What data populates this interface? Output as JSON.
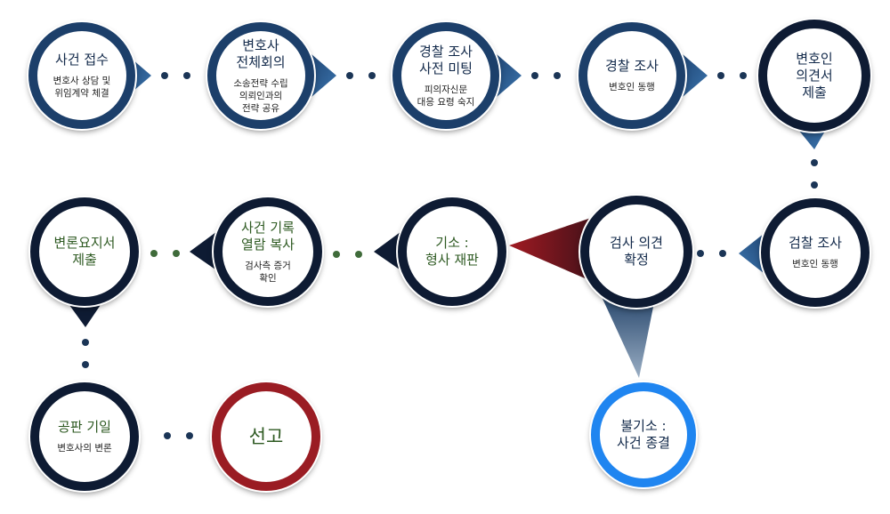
{
  "nodes": {
    "case_intake": {
      "title": [
        "사건 접수"
      ],
      "sub": [
        "변호사 상담 및",
        "위임계약 체결"
      ]
    },
    "lawyers_meeting": {
      "title": [
        "변호사",
        "전체회의"
      ],
      "sub": [
        "소송전략 수립",
        "의뢰인과의",
        "전략 공유"
      ]
    },
    "pre_police_meeting": {
      "title": [
        "경찰 조사",
        "사전 미팅"
      ],
      "sub": [
        "피의자신문",
        "대응 요령 숙지"
      ]
    },
    "police_investigation": {
      "title": [
        "경찰 조사"
      ],
      "sub": [
        "변호인 동행"
      ]
    },
    "defense_opinion": {
      "title": [
        "변호인",
        "의견서",
        "제출"
      ],
      "sub": []
    },
    "prosecution_investigation": {
      "title": [
        "검찰 조사"
      ],
      "sub": [
        "변호인 동행"
      ]
    },
    "prosecutor_decision": {
      "title": [
        "검사 의견",
        "확정"
      ],
      "sub": []
    },
    "indictment_trial": {
      "title": [
        "기소 :",
        "형사 재판"
      ],
      "sub": []
    },
    "records_review": {
      "title": [
        "사건 기록",
        "열람 복사"
      ],
      "sub": [
        "검사측 증거",
        "확인"
      ]
    },
    "argument_brief": {
      "title": [
        "변론요지서",
        "제출"
      ],
      "sub": []
    },
    "court_hearing": {
      "title": [
        "공판 기일"
      ],
      "sub": [
        "변호사의 변론"
      ]
    },
    "sentencing": {
      "title": [
        "선고"
      ],
      "sub": []
    },
    "non_prosecution": {
      "title": [
        "불기소 :",
        "사건 종결"
      ],
      "sub": []
    }
  },
  "colors": {
    "ring_blue": "#1c3f6a",
    "ring_navy": "#0e1b33",
    "ring_red": "#9a1c23",
    "ring_bright": "#1f85f0",
    "pointer_blue": "#2d6196",
    "pointer_navy": "#0e1b33",
    "pointer_red": "#7d1520",
    "dot_blue": "#1b3556",
    "dot_green": "#3f6b3a"
  }
}
